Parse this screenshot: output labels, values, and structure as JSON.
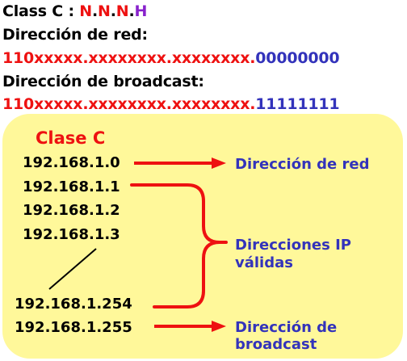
{
  "header": {
    "class_prefix": "Class C : ",
    "class_n1": "N",
    "class_dot1": ".",
    "class_n2": "N",
    "class_dot2": ".",
    "class_n3": "N",
    "class_dot3": ".",
    "class_h": "H",
    "network_heading": "Dirección de red:",
    "network_bits_net": "110xxxxx.xxxxxxxx.xxxxxxxx.",
    "network_bits_host": "00000000",
    "broadcast_heading": "Dirección de broadcast:",
    "broadcast_bits_net": "110xxxxx.xxxxxxxx.xxxxxxxx.",
    "broadcast_bits_host": "11111111"
  },
  "panel": {
    "title": "Clase C",
    "addresses": [
      "192.168.1.0",
      "192.168.1.1",
      "192.168.1.2",
      "192.168.1.3",
      "192.168.1.254",
      "192.168.1.255"
    ],
    "labels": {
      "network": "Dirección de red",
      "valid_line1": "Direcciones IP",
      "valid_line2": "válidas",
      "broadcast_line1": "Dirección de",
      "broadcast_line2": "broadcast"
    }
  },
  "colors": {
    "network_red": "#ee1111",
    "host_blue": "#3333bb",
    "host_purple": "#8822cc",
    "panel_fill": "#fff89a",
    "arrow": "#ee1111"
  }
}
